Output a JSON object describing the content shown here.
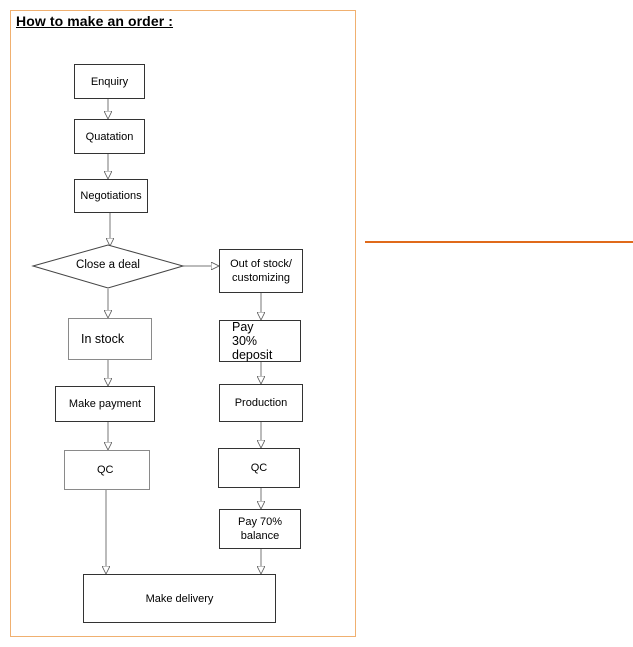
{
  "title": "How to make an order :",
  "steps": {
    "enquiry": "Enquiry",
    "quotation": "Quatation",
    "negotiations": "Negotiations",
    "close_deal": "Close a deal",
    "out_of_stock": "Out of stock/ customizing",
    "in_stock": "In stock",
    "pay_deposit": "Pay 30% deposit",
    "make_payment": "Make payment",
    "production": "Production",
    "qc_left": "QC",
    "qc_right": "QC",
    "pay_balance": "Pay 70% balance",
    "make_delivery": "Make delivery"
  },
  "colors": {
    "frame_border": "#f0b070",
    "separator_line": "#e06a1a"
  }
}
